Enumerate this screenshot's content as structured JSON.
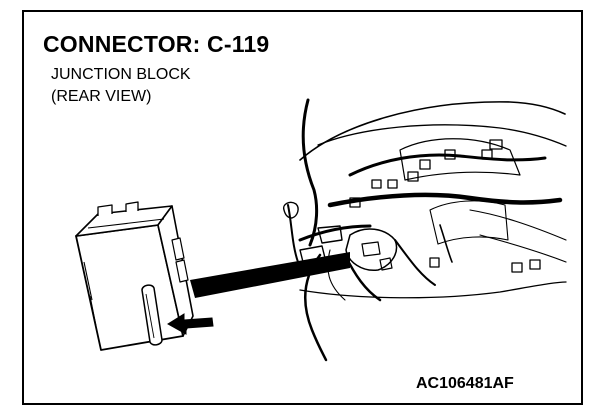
{
  "title": "CONNECTOR: C-119",
  "subtitle_line1": "JUNCTION BLOCK",
  "subtitle_line2": "(REAR VIEW)",
  "figure_code": "AC106481AF",
  "colors": {
    "line": "#000000",
    "background": "#ffffff"
  }
}
